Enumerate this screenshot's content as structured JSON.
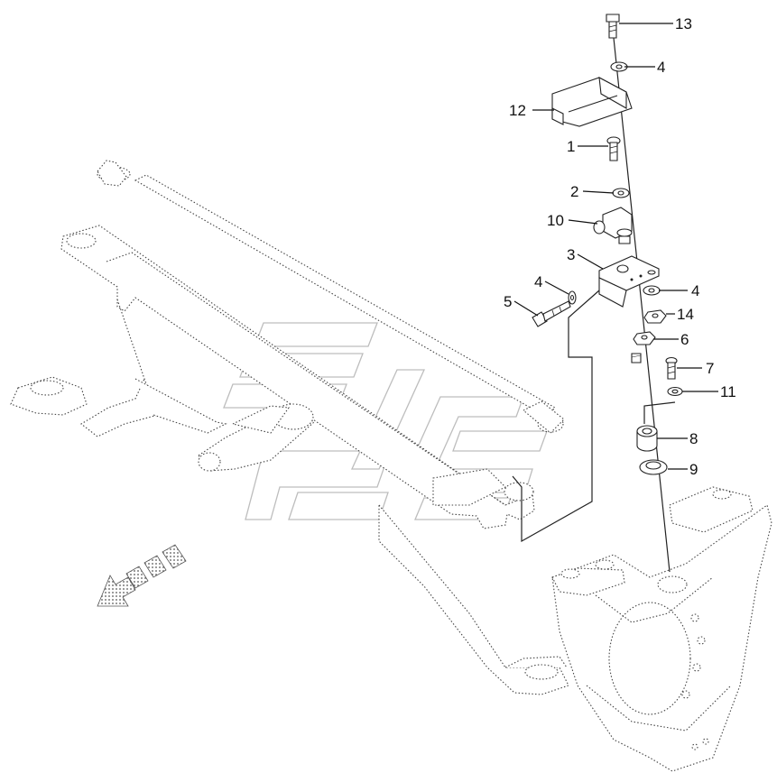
{
  "callouts": [
    {
      "id": "c13",
      "label": "13"
    },
    {
      "id": "c4a",
      "label": "4"
    },
    {
      "id": "c12",
      "label": "12"
    },
    {
      "id": "c1",
      "label": "1"
    },
    {
      "id": "c2",
      "label": "2"
    },
    {
      "id": "c10",
      "label": "10"
    },
    {
      "id": "c3",
      "label": "3"
    },
    {
      "id": "c4b",
      "label": "4"
    },
    {
      "id": "c4c",
      "label": "4"
    },
    {
      "id": "c5",
      "label": "5"
    },
    {
      "id": "c14",
      "label": "14"
    },
    {
      "id": "c6",
      "label": "6"
    },
    {
      "id": "c7",
      "label": "7"
    },
    {
      "id": "c11",
      "label": "11"
    },
    {
      "id": "c8",
      "label": "8"
    },
    {
      "id": "c9",
      "label": "9"
    }
  ],
  "colors": {
    "line": "#222222",
    "dotted": "#444444",
    "watermark": "#bdbdbd",
    "arrow_fill": "#bbbbbb"
  },
  "icons": {
    "direction_arrow": "travel-direction-arrow-icon",
    "watermark": "brand-watermark-icon"
  }
}
